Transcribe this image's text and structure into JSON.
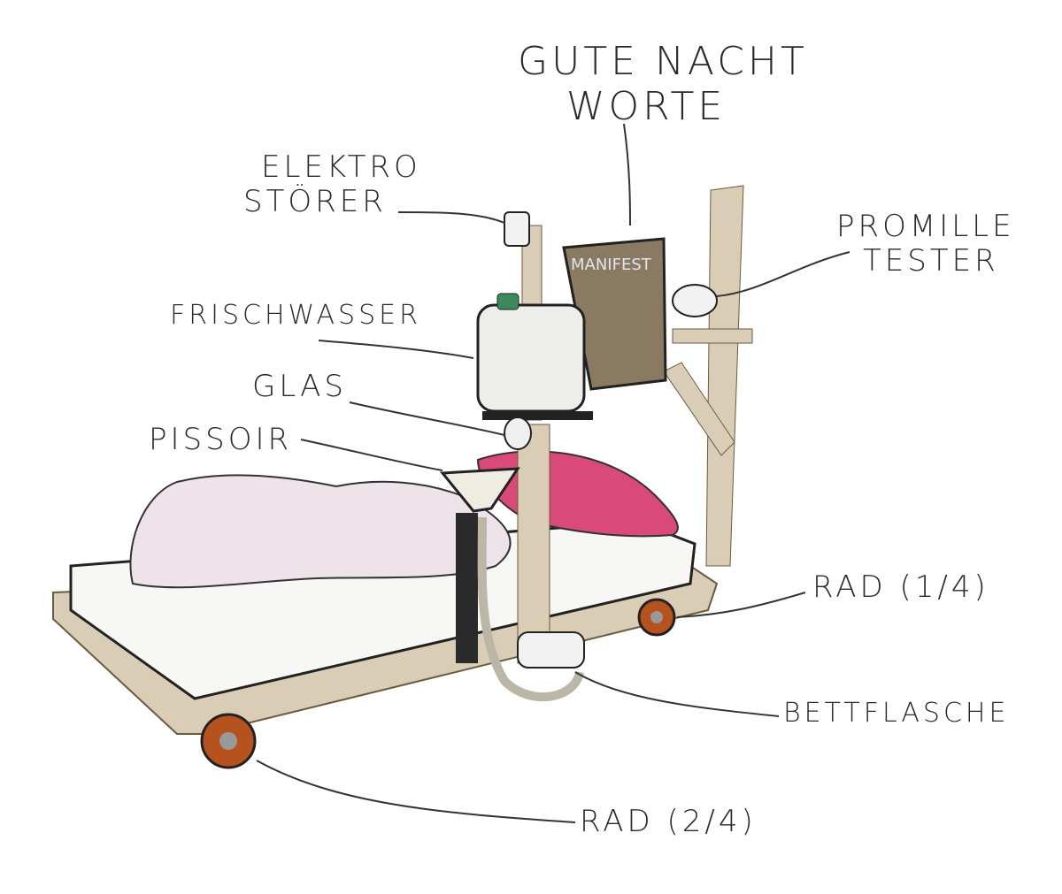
{
  "labels": {
    "gute_nacht_worte": [
      "GUTE NACHT",
      "WORTE"
    ],
    "elektro_stoerer": [
      "ELEKTRO",
      "STÖRER"
    ],
    "promille_tester": [
      "PROMILLE",
      "TESTER"
    ],
    "frischwasser": "FRISCHWASSER",
    "glas": "GLAS",
    "pissoir": "PISSOIR",
    "rad_1": "RAD (1/4)",
    "bettflasche": "BETTFLASCHE",
    "rad_2": "RAD (2/4)"
  },
  "board_text": "MANIFEST",
  "colors": {
    "wood": "#d9cdb6",
    "board": "#8a7a62",
    "canister": "#eeeeea",
    "cap": "#3c8a5c",
    "wheel": "#b5521e",
    "duvet": "#efe3ea",
    "pillow": "#d9497a",
    "ink": "#2a2a2a"
  }
}
